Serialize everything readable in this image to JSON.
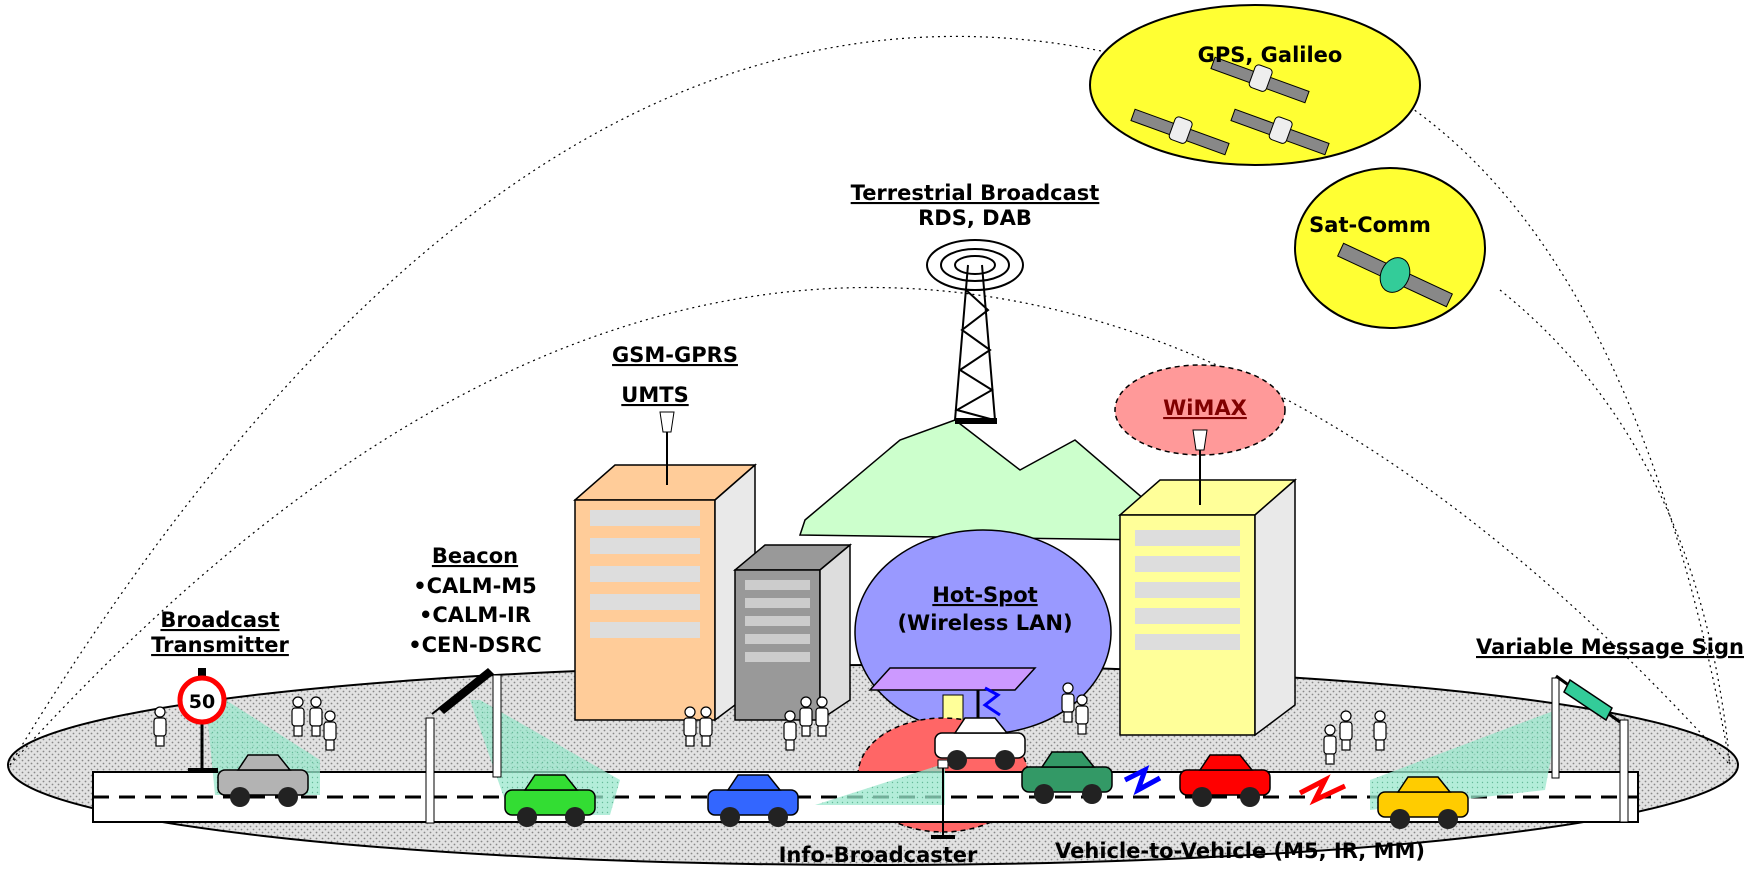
{
  "labels": {
    "gps": "GPS, Galileo",
    "satcomm": "Sat-Comm",
    "terrestrial_title": "Terrestrial Broadcast",
    "terrestrial_sub": "RDS, DAB",
    "gsm": "GSM-GPRS",
    "umts": "UMTS",
    "wimax": "WiMAX",
    "beacon_title": "Beacon",
    "beacon_items": [
      "•CALM-M5",
      "•CALM-IR",
      "•CEN-DSRC"
    ],
    "broadcast_tx_1": "Broadcast",
    "broadcast_tx_2": "Transmitter",
    "hotspot_1": "Hot-Spot",
    "hotspot_2": "(Wireless LAN)",
    "vms": "Variable Message Sign",
    "info_broadcaster": "Info-Broadcaster",
    "v2v": "Vehicle-to-Vehicle (M5, IR, MM)",
    "speed_sign": "50"
  },
  "colors": {
    "satellite_zone": "#FFFF33",
    "hotspot": "#9999FF",
    "wimax": "#FF9999",
    "info_zone": "#FF6666",
    "coverage": "#99E6CC",
    "mountain": "#CCFFCC",
    "building_orange": "#FFCC99",
    "building_yellow": "#FFFF99",
    "building_gray": "#999999",
    "car_gray": "#B3B3B3",
    "car_green": "#33DD33",
    "car_blue": "#3366FF",
    "car_darkgreen": "#339966",
    "car_red": "#FF0000",
    "car_yellow": "#FFCC00",
    "car_white": "#FFFFFF",
    "roof": "#CC99FF"
  }
}
